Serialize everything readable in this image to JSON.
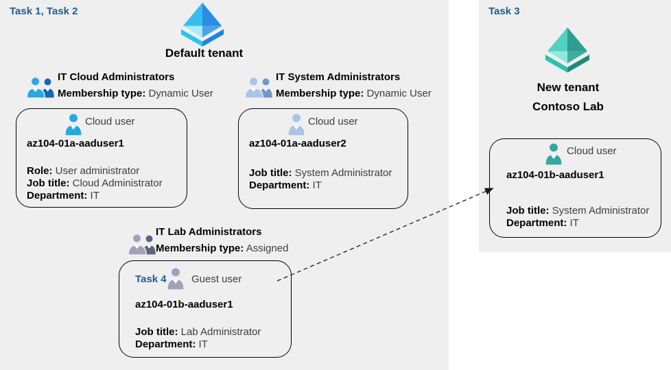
{
  "colors": {
    "panel_bg": "#efefef",
    "task_label": "#1e5c99",
    "text": "#000000",
    "value_text": "#3d3d3d",
    "box_border": "#000000",
    "tenant_blue": {
      "ul": "#38bdf2",
      "ur": "#2a8ce2",
      "ll": "#a8ecff",
      "lr": "#4da2e8",
      "base_l": "#28c5f4",
      "base_r": "#1b84e6"
    },
    "tenant_teal": {
      "ul": "#52d0c3",
      "ur": "#2f9d90",
      "ll": "#8fe9dd",
      "lr": "#3fae9f",
      "base_l": "#2fc0ae",
      "base_r": "#1f8a7c"
    },
    "user_cyan": "#24a9e0",
    "user_pale_blue": "#a9c4e6",
    "user_gray": "#9fa2b8",
    "user_teal": "#35a7a2",
    "group_cloud": {
      "front": "#29a8e0",
      "back": "#1465bb"
    },
    "group_system": {
      "front": "#a9c4e6",
      "back": "#7096cc"
    },
    "group_lab": {
      "front": "#a0a2bb",
      "back": "#60627c"
    }
  },
  "main_panel": {
    "task_label": "Task 1, Task 2",
    "tenant_name": "Default tenant",
    "groups": [
      {
        "name": "IT Cloud Administrators",
        "membership_label": "Membership type:",
        "membership_value": "Dynamic User",
        "user": {
          "type_label": "Cloud user",
          "name": "az104-01a-aaduser1",
          "details": [
            {
              "label": "Role:",
              "value": "User administrator"
            },
            {
              "label": "Job title:",
              "value": "Cloud Administrator"
            },
            {
              "label": "Department:",
              "value": "IT"
            }
          ]
        }
      },
      {
        "name": "IT System Administrators",
        "membership_label": "Membership type:",
        "membership_value": "Dynamic User",
        "user": {
          "type_label": "Cloud user",
          "name": "az104-01a-aaduser2",
          "details": [
            {
              "label": "Job title:",
              "value": "System Administrator"
            },
            {
              "label": "Department:",
              "value": "IT"
            }
          ]
        }
      },
      {
        "name": "IT Lab Administrators",
        "membership_label": "Membership type:",
        "membership_value": "Assigned",
        "user": {
          "task_label": "Task 4",
          "type_label": "Guest user",
          "name": "az104-01b-aaduser1",
          "details": [
            {
              "label": "Job title:",
              "value": "Lab Administrator"
            },
            {
              "label": "Department:",
              "value": "IT"
            }
          ]
        }
      }
    ]
  },
  "new_tenant_panel": {
    "task_label": "Task 3",
    "tenant_name_line1": "New tenant",
    "tenant_name_line2": "Contoso Lab",
    "user": {
      "type_label": "Cloud user",
      "name": "az104-01b-aaduser1",
      "details": [
        {
          "label": "Job title:",
          "value": "System Administrator"
        },
        {
          "label": "Department:",
          "value": "IT"
        }
      ]
    }
  }
}
